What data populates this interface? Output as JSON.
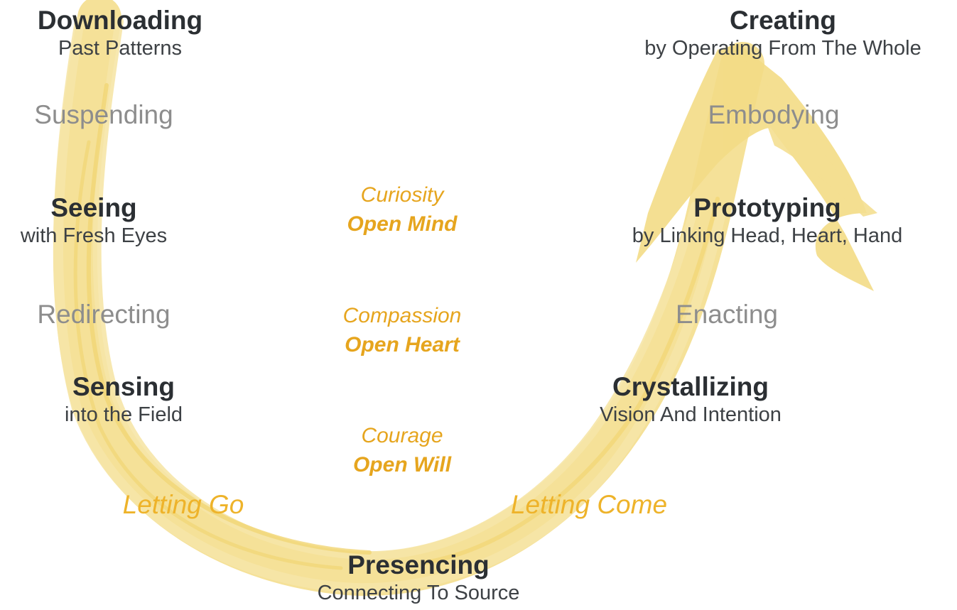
{
  "colors": {
    "arrow": "#f3dc86",
    "accent": "#e6a51e",
    "title": "#2b2f33",
    "grey": "#8d8d8d"
  },
  "stages": {
    "downloading": {
      "title": "Downloading",
      "sub": "Past Patterns"
    },
    "seeing": {
      "title": "Seeing",
      "sub": "with Fresh Eyes"
    },
    "sensing": {
      "title": "Sensing",
      "sub": "into the Field"
    },
    "presencing": {
      "title": "Presencing",
      "sub": "Connecting To Source"
    },
    "crystallizing": {
      "title": "Crystallizing",
      "sub": "Vision And Intention"
    },
    "prototyping": {
      "title": "Prototyping",
      "sub": "by Linking Head, Heart, Hand"
    },
    "creating": {
      "title": "Creating",
      "sub": "by Operating From The Whole"
    }
  },
  "transitions": {
    "suspending": "Suspending",
    "redirecting": "Redirecting",
    "enacting": "Enacting",
    "embodying": "Embodying"
  },
  "inner": {
    "mind": {
      "quality": "Curiosity",
      "open": "Open Mind"
    },
    "heart": {
      "quality": "Compassion",
      "open": "Open Heart"
    },
    "will": {
      "quality": "Courage",
      "open": "Open Will"
    }
  },
  "phases": {
    "left": "Letting Go",
    "right": "Letting Come"
  }
}
